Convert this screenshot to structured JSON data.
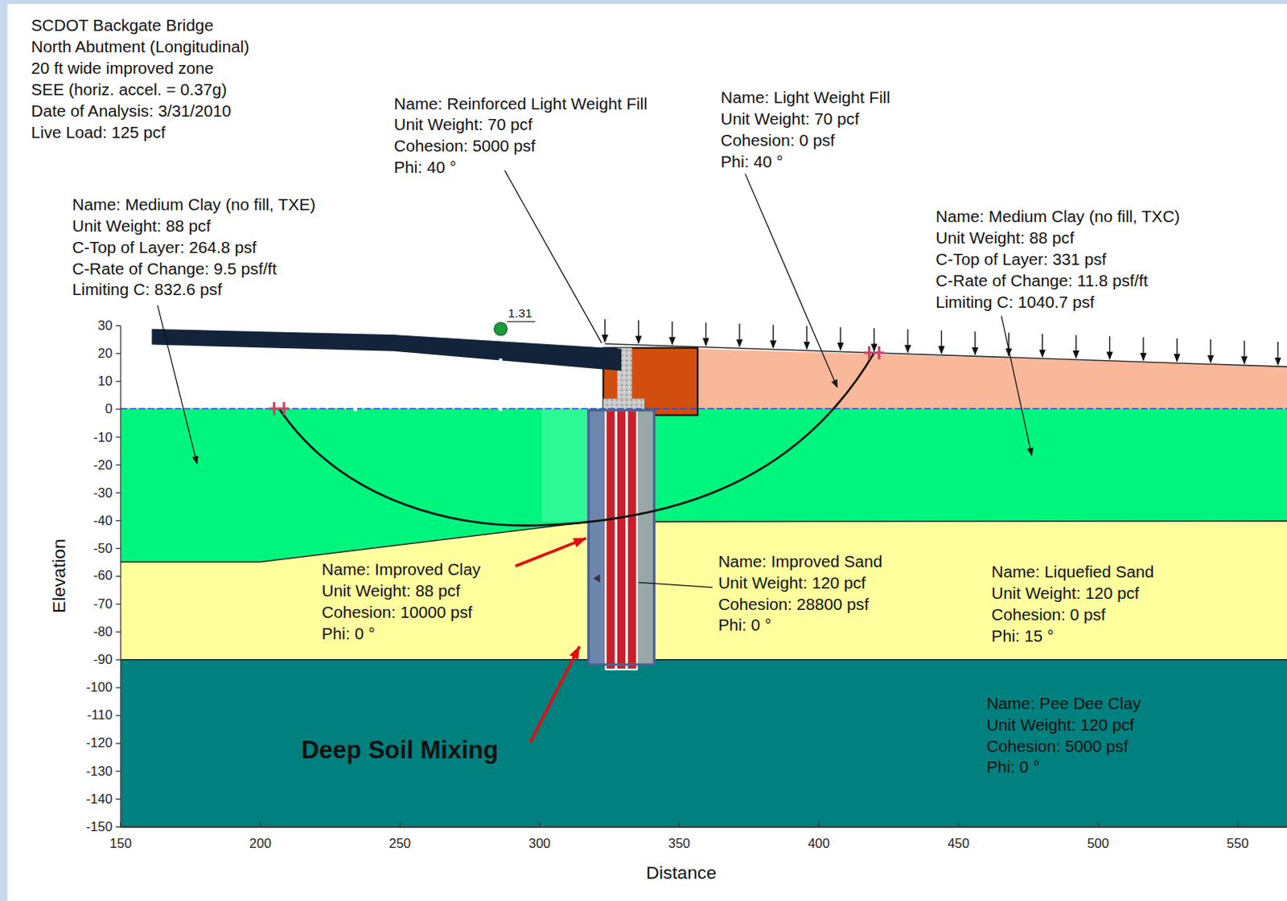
{
  "diagram": {
    "labels": [
      "SCDOT Backgate Bridge",
      "North Abutment (Longitudinal)",
      "20 ft wide improved zone",
      "SEE (horiz. accel. = 0.37g)",
      "Date of Analysis: 3/31/2010",
      "Live Load: 125 pcf",
      "Name: Medium Clay (no fill, TXE)",
      "Unit Weight: 88 pcf",
      "C-Top of Layer: 264.8 psf",
      "C-Rate of Change: 9.5 psf/ft",
      "Limiting C: 832.6 psf",
      "Name: Reinforced Light Weight Fill",
      "Unit Weight: 70 pcf",
      "Cohesion: 5000 psf",
      "Phi: 40 °",
      "Name: Light Weight Fill",
      "Unit Weight: 70 pcf",
      "Cohesion: 0 psf",
      "Phi: 40 °",
      "Name: Medium Clay (no fill, TXC)",
      "Unit Weight: 88 pcf",
      "C-Top of Layer: 331 psf",
      "C-Rate of Change: 11.8 psf/ft",
      "Limiting C: 1040.7 psf",
      "1.31",
      "Name: Improved Clay",
      "Unit Weight: 88 pcf",
      "Cohesion: 10000 psf",
      "Phi: 0 °",
      "Name: Improved Sand",
      "Unit Weight: 120 pcf",
      "Cohesion: 28800 psf",
      "Phi: 0 °",
      "Name: Liquefied Sand",
      "Unit Weight: 120 pcf",
      "Cohesion: 0 psf",
      "Phi: 15 °",
      "Name: Pee Dee Clay",
      "Unit Weight: 120 pcf",
      "Cohesion: 5000 psf",
      "Phi: 0 °",
      "Deep Soil Mixing",
      "30",
      "20",
      "10",
      "0",
      "-10",
      "-20",
      "-30",
      "-40",
      "-50",
      "-60",
      "-70",
      "-80",
      "-90",
      "-100",
      "-110",
      "-120",
      "-130",
      "-140",
      "-150",
      "150",
      "200",
      "250",
      "300",
      "350",
      "400",
      "450",
      "500",
      "550",
      "Elevation",
      "Distance"
    ]
  }
}
